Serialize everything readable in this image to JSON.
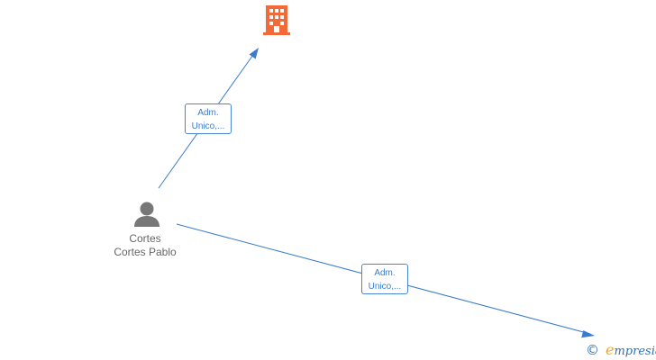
{
  "nodes": {
    "company": {
      "icon": "building-icon",
      "color": "#f26a3a"
    },
    "person": {
      "icon": "person-icon",
      "color": "#777777",
      "line1": "Cortes",
      "line2": "Cortes Pablo"
    }
  },
  "edges": [
    {
      "line1": "Adm.",
      "line2": "Unico,..."
    },
    {
      "line1": "Adm.",
      "line2": "Unico,..."
    }
  ],
  "footer": {
    "copyright_symbol": "©",
    "brand_initial": "e",
    "brand_rest": "mpresia",
    "brand_color": "#2d73b8",
    "brand_accent": "#f5a623"
  },
  "colors": {
    "edge": "#3a7bd0"
  }
}
